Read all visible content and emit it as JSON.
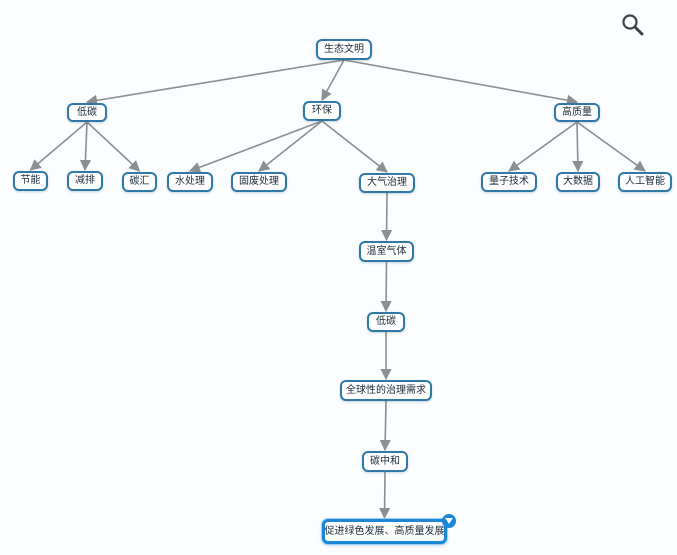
{
  "diagram": {
    "nodes": {
      "root": "生态文明",
      "low_carbon": "低碳",
      "eco_protection": "环保",
      "high_quality": "高质量",
      "energy_saving": "节能",
      "emission_reduction": "减排",
      "carbon_sink": "碳汇",
      "water_treatment": "水处理",
      "solid_waste": "固废处理",
      "air_governance": "大气治理",
      "quantum_tech": "量子技术",
      "big_data": "大数据",
      "ai": "人工智能",
      "greenhouse_gas": "温室气体",
      "low_carbon_2": "低碳",
      "global_governance": "全球性的治理需求",
      "carbon_neutral": "碳中和",
      "green_development": "促进绿色发展、高质量发展"
    },
    "edges": [
      [
        "root",
        "low_carbon"
      ],
      [
        "root",
        "eco_protection"
      ],
      [
        "root",
        "high_quality"
      ],
      [
        "low_carbon",
        "energy_saving"
      ],
      [
        "low_carbon",
        "emission_reduction"
      ],
      [
        "low_carbon",
        "carbon_sink"
      ],
      [
        "eco_protection",
        "water_treatment"
      ],
      [
        "eco_protection",
        "solid_waste"
      ],
      [
        "eco_protection",
        "air_governance"
      ],
      [
        "high_quality",
        "quantum_tech"
      ],
      [
        "high_quality",
        "big_data"
      ],
      [
        "high_quality",
        "ai"
      ],
      [
        "air_governance",
        "greenhouse_gas"
      ],
      [
        "greenhouse_gas",
        "low_carbon_2"
      ],
      [
        "low_carbon_2",
        "global_governance"
      ],
      [
        "global_governance",
        "carbon_neutral"
      ],
      [
        "carbon_neutral",
        "green_development"
      ]
    ]
  },
  "toolbar": {
    "search_icon": "magnifier-icon"
  },
  "colors": {
    "node_border": "#2e79a8",
    "edge": "#8a8f94",
    "selected": "#1a86d6"
  }
}
